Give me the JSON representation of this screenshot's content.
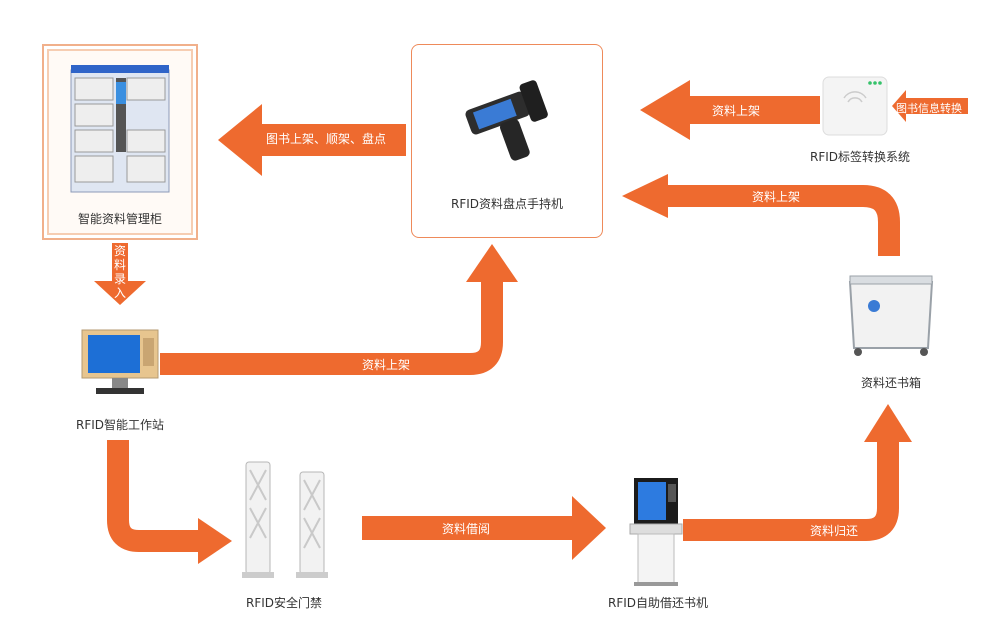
{
  "colors": {
    "arrow": "#EE6A2F",
    "box_border": "#EE8A5A"
  },
  "nodes": {
    "cabinet": "智能资料管理柜",
    "handheld": "RFID资料盘点手持机",
    "converter": "RFID标签转换系统",
    "workstation": "RFID智能工作站",
    "return_box": "资料还书箱",
    "gate": "RFID安全门禁",
    "kiosk": "RFID自助借还书机"
  },
  "arrows": {
    "handheld_to_cabinet": "图书上架、顺架、盘点",
    "converter_input": "图书信息转换",
    "converter_to_handheld": "资料上架",
    "returnbox_to_handheld": "资料上架",
    "cabinet_to_workstation": "资料录入",
    "workstation_to_handheld": "资料上架",
    "gate_to_kiosk": "资料借阅",
    "kiosk_to_returnbox": "资料归还"
  },
  "icons": {
    "cabinet": "storage-cabinet-icon",
    "handheld": "rfid-handheld-scanner-icon",
    "converter": "rfid-reader-device-icon",
    "workstation": "workstation-computer-icon",
    "return_box": "return-cart-icon",
    "gate": "security-gate-icon",
    "kiosk": "self-service-kiosk-icon"
  }
}
